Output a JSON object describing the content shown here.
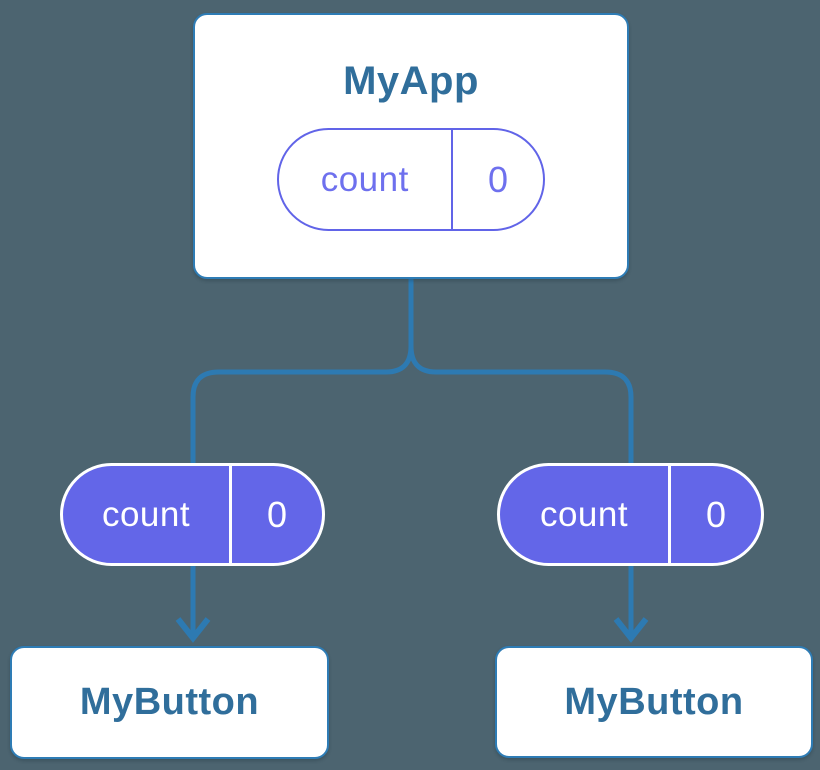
{
  "diagram": {
    "root": {
      "title": "MyApp",
      "state": {
        "name": "count",
        "value": "0"
      }
    },
    "children": [
      {
        "title": "MyButton",
        "prop": {
          "name": "count",
          "value": "0"
        }
      },
      {
        "title": "MyButton",
        "prop": {
          "name": "count",
          "value": "0"
        }
      }
    ],
    "colors": {
      "background": "#4c6470",
      "node_fill": "#ffffff",
      "node_border": "#2e7cb5",
      "node_text": "#306e9b",
      "connector": "#2d7ab2",
      "state_pill_outline": "#6164e8",
      "state_pill_text": "#6e70ee",
      "prop_pill_fill": "#6366e8",
      "prop_pill_text": "#ffffff"
    }
  }
}
